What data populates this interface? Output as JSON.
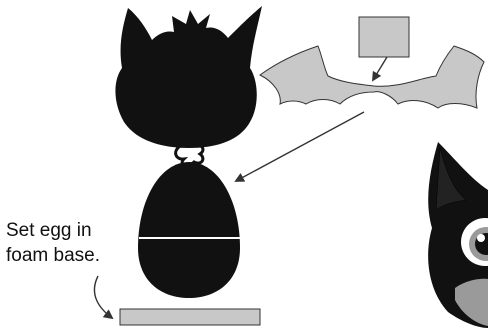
{
  "caption": {
    "line1": "Set egg in",
    "line2": "foam base."
  },
  "colors": {
    "silhouette": "#111111",
    "gray_part": "#c8c8c8",
    "outline": "#333333",
    "eye_gray": "#9a9a9a",
    "background": "#ffffff"
  },
  "icons": {
    "head": "bat-head-silhouette",
    "wings": "bat-wings",
    "body": "egg-body",
    "base": "foam-base",
    "finished": "finished-bat-figure"
  }
}
